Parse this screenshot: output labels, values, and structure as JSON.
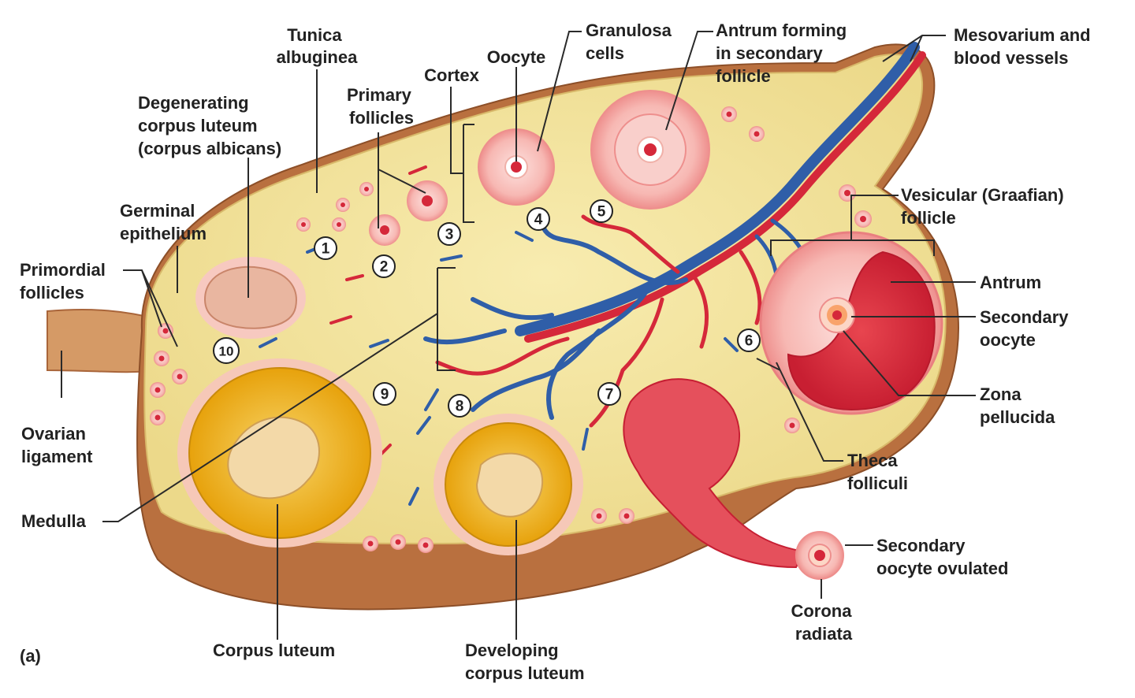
{
  "figure": {
    "panel_label": "(a)",
    "labels": {
      "tunica_albuginea": [
        "Tunica",
        "albuginea"
      ],
      "degenerating_corpus_luteum": [
        "Degenerating",
        "corpus luteum",
        "(corpus albicans)"
      ],
      "germinal_epithelium": [
        "Germinal",
        "epithelium"
      ],
      "primordial_follicles": [
        "Primordial",
        "follicles"
      ],
      "primary_follicles": [
        "Primary",
        "follicles"
      ],
      "cortex": [
        "Cortex"
      ],
      "oocyte": [
        "Oocyte"
      ],
      "granulosa_cells": [
        "Granulosa",
        "cells"
      ],
      "antrum_forming": [
        "Antrum forming",
        "in secondary",
        "follicle"
      ],
      "mesovarium": [
        "Mesovarium and",
        "blood vessels"
      ],
      "vesicular_follicle": [
        "Vesicular (Graafian)",
        "follicle"
      ],
      "antrum": [
        "Antrum"
      ],
      "secondary_oocyte": [
        "Secondary",
        "oocyte"
      ],
      "zona_pellucida": [
        "Zona",
        "pellucida"
      ],
      "theca_folliculi": [
        "Theca",
        "folliculi"
      ],
      "secondary_oocyte_ovulated": [
        "Secondary",
        "oocyte ovulated"
      ],
      "corona_radiata": [
        "Corona",
        "radiata"
      ],
      "developing_corpus_luteum": [
        "Developing",
        "corpus luteum"
      ],
      "corpus_luteum": [
        "Corpus luteum"
      ],
      "medulla": [
        "Medulla"
      ],
      "ovarian_ligament": [
        "Ovarian",
        "ligament"
      ]
    },
    "stage_numbers": [
      "1",
      "2",
      "3",
      "4",
      "5",
      "6",
      "7",
      "8",
      "9",
      "10"
    ]
  },
  "colors": {
    "stroma": "#f3e6a0",
    "capsule": "#b9703f",
    "artery": "#d5283a",
    "vein": "#2f5ea8",
    "follicle": "#f3a6a6",
    "corpus_luteum": "#f2b81e"
  }
}
